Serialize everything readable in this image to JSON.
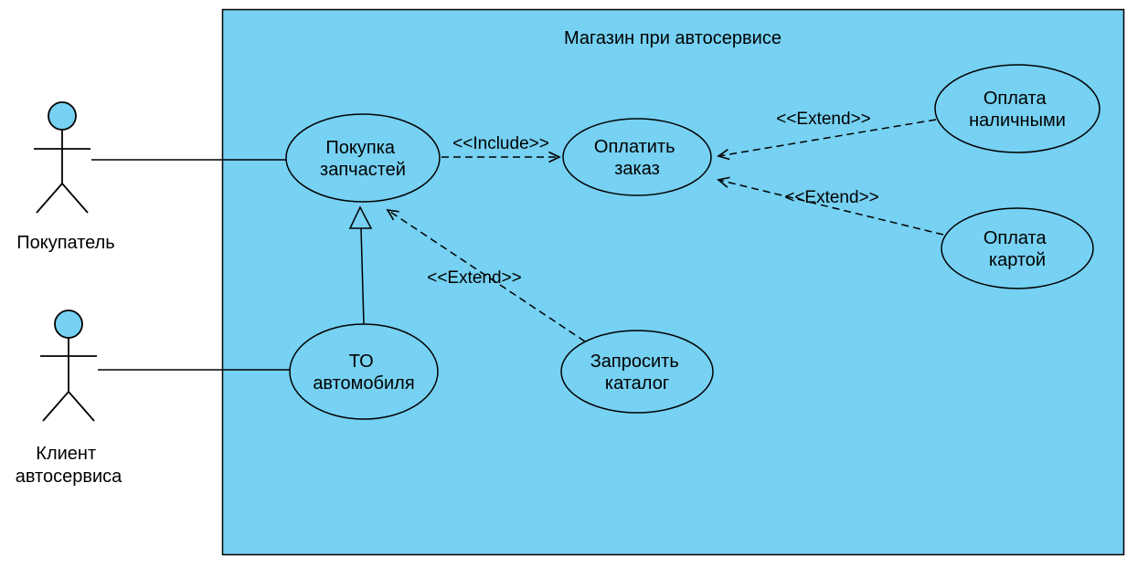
{
  "diagram": {
    "title": "Магазин при автосервисе",
    "colors": {
      "node_fill": "#76d1f2",
      "stroke": "#000000",
      "canvas": "#ffffff"
    },
    "actors": [
      {
        "id": "buyer",
        "lines": [
          "Покупатель"
        ]
      },
      {
        "id": "service-client",
        "lines": [
          "Клиент",
          "автосервиса"
        ]
      }
    ],
    "usecases": [
      {
        "id": "buy-parts",
        "lines": [
          "Покупка",
          "запчастей"
        ]
      },
      {
        "id": "pay-order",
        "lines": [
          "Оплатить",
          "заказ"
        ]
      },
      {
        "id": "pay-cash",
        "lines": [
          "Оплата",
          "наличными"
        ]
      },
      {
        "id": "pay-card",
        "lines": [
          "Оплата",
          "картой"
        ]
      },
      {
        "id": "car-maintenance",
        "lines": [
          "ТО",
          "автомобиля"
        ]
      },
      {
        "id": "request-catalog",
        "lines": [
          "Запросить",
          "каталог"
        ]
      }
    ],
    "relations": [
      {
        "id": "include-buy-parts-to-pay-order",
        "type": "include",
        "label": "<<Include>>"
      },
      {
        "id": "extend-pay-cash-to-pay-order",
        "type": "extend",
        "label": "<<Extend>>"
      },
      {
        "id": "extend-pay-card-to-pay-order",
        "type": "extend",
        "label": "<<Extend>>"
      },
      {
        "id": "extend-request-catalog-to-buy-parts",
        "type": "extend",
        "label": "<<Extend>>"
      },
      {
        "id": "generalization-car-maintenance-to-buy-parts",
        "type": "generalization",
        "label": ""
      }
    ]
  }
}
